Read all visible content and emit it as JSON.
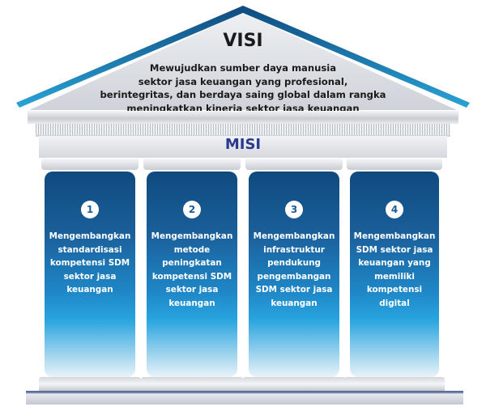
{
  "visi": {
    "title": "VISI",
    "lines": [
      "Mewujudkan sumber daya manusia",
      "sektor jasa keuangan yang profesional,",
      "berintegritas, dan berdaya saing global dalam rangka",
      "meningkatkan kinerja sektor jasa keuangan"
    ]
  },
  "misi": {
    "title": "MISI",
    "items": [
      {
        "number": "1",
        "lines": [
          "Mengembangkan",
          "standardisasi",
          "kompetensi SDM",
          "sektor jasa",
          "keuangan"
        ]
      },
      {
        "number": "2",
        "lines": [
          "Mengembangkan",
          "metode",
          "peningkatan",
          "kompetensi SDM",
          "sektor jasa",
          "keuangan"
        ]
      },
      {
        "number": "3",
        "lines": [
          "Mengembangkan",
          "infrastruktur",
          "pendukung",
          "pengembangan",
          "SDM sektor jasa",
          "keuangan"
        ]
      },
      {
        "number": "4",
        "lines": [
          "Mengembangkan",
          "SDM sektor jasa",
          "keuangan yang",
          "memiliki",
          "kompetensi",
          "digital"
        ]
      }
    ]
  },
  "colors": {
    "roof_dark": "#0f4a7e",
    "roof_light": "#2aa3d6",
    "misi_title": "#2a3a8c"
  }
}
